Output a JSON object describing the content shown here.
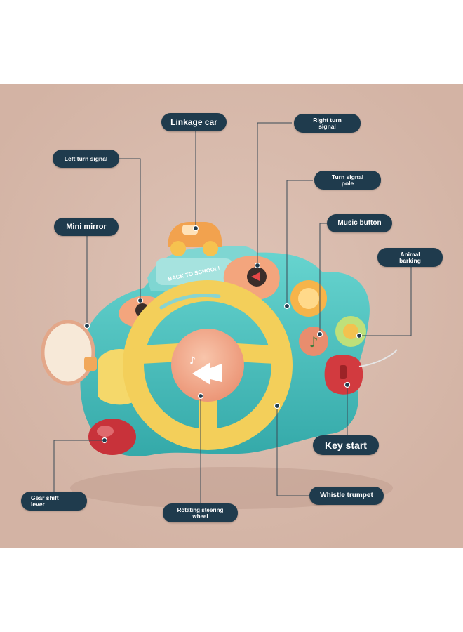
{
  "colors": {
    "background": "#d6b8aa",
    "label_fill": "#1f3b4d",
    "label_text": "#ffffff",
    "leader_line": "#3a4a56",
    "toy_body": "#4fc6c2",
    "steering_wheel": "#f3cf5a",
    "horn_center": "#f2a98a",
    "gear_lever": "#c8323a"
  },
  "labels": {
    "linkage_car": "Linkage car",
    "right_turn_signal": "Right turn\nsignal",
    "left_turn_signal": "Left turn signal",
    "turn_signal_pole": "Turn signal\npole",
    "mini_mirror": "Mini mirror",
    "music_button": "Music button",
    "animal_barking": "Animal\nbarking",
    "key_start": "Key start",
    "gear_shift_lever": "Gear shift\nlever",
    "whistle_trumpet": "Whistle trumpet",
    "rotating_steering_wheel": "Rotating steering\nwheel"
  },
  "toy": {
    "panel_text": "BACK TO SCHOOL!"
  },
  "icons": [
    "toy-car-icon",
    "music-note-icon",
    "horn-trumpet-icon",
    "lion-icon",
    "giraffe-icon",
    "key-slot-icon"
  ]
}
